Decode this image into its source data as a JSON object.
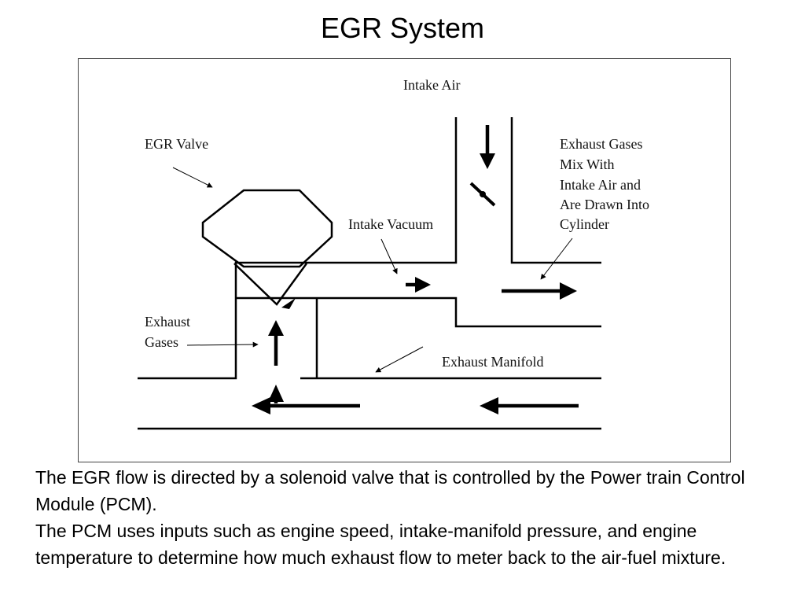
{
  "slide": {
    "title": "EGR System"
  },
  "diagram": {
    "labels": {
      "intake_air": "Intake Air",
      "egr_valve": "EGR Valve",
      "intake_vacuum": "Intake Vacuum",
      "exhaust_gases_mix": [
        "Exhaust Gases",
        "Mix With",
        "Intake Air and",
        "Are Drawn Into",
        "Cylinder"
      ],
      "exhaust_gases": [
        "Exhaust",
        "Gases"
      ],
      "exhaust_manifold": "Exhaust Manifold"
    },
    "stroke_color": "#000000"
  },
  "description": {
    "paragraphs": [
      "The EGR flow is directed by a solenoid valve that is controlled by the Power train Control Module (PCM).",
      "The PCM uses inputs such as engine speed, intake-manifold pressure, and engine temperature to determine how much exhaust flow to meter back to the air-fuel mixture."
    ]
  }
}
